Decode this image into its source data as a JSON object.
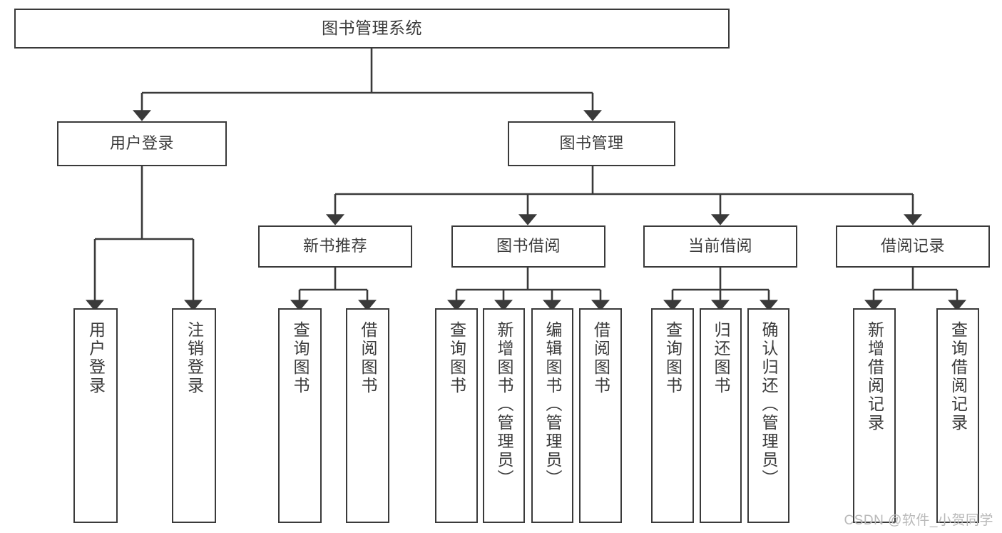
{
  "diagram": {
    "title": "图书管理系统",
    "root": {
      "label": "图书管理系统"
    },
    "level2": [
      {
        "label": "用户登录"
      },
      {
        "label": "图书管理"
      }
    ],
    "level3": [
      {
        "label": "新书推荐"
      },
      {
        "label": "图书借阅"
      },
      {
        "label": "当前借阅"
      },
      {
        "label": "借阅记录"
      }
    ],
    "leaves": [
      {
        "label": "用户登录"
      },
      {
        "label": "注销登录"
      },
      {
        "label": "查询图书"
      },
      {
        "label": "借阅图书"
      },
      {
        "label": "查询图书"
      },
      {
        "label": "新增图书（管理员）"
      },
      {
        "label": "编辑图书（管理员）"
      },
      {
        "label": "借阅图书"
      },
      {
        "label": "查询图书"
      },
      {
        "label": "归还图书"
      },
      {
        "label": "确认归还（管理员）"
      },
      {
        "label": "新增借阅记录"
      },
      {
        "label": "查询借阅记录"
      }
    ]
  },
  "watermark": {
    "text": "CSDN @软件_小贺同学"
  },
  "colors": {
    "border": "#3a3a3a",
    "text": "#3b3b3b",
    "background": "#ffffff",
    "watermark": "#b9b9b9"
  }
}
